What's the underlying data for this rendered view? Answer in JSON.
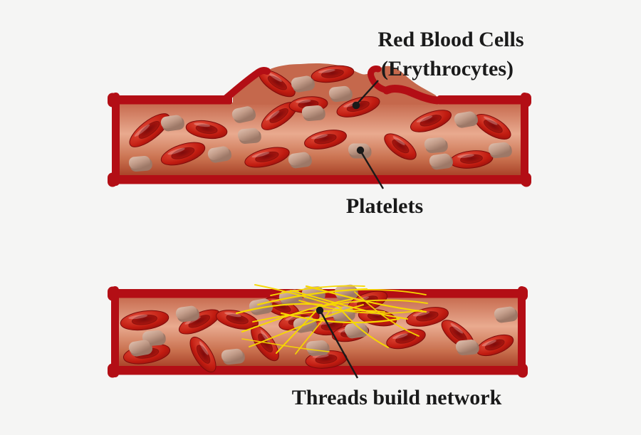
{
  "annotations": [
    {
      "id": "red-blood-cells",
      "text_lines": [
        "Red Blood Cells",
        "(Erythrocytes)"
      ]
    },
    {
      "id": "platelets",
      "text_lines": [
        "Platelets"
      ]
    },
    {
      "id": "threads-build-network",
      "text_lines": [
        "Threads build network"
      ]
    }
  ],
  "colors": {
    "background": "#f5f5f4",
    "vessel_wall": "#b30e15",
    "interior_top": "#c5684c",
    "interior_mid": "#e9aa8f",
    "interior_low": "#c9714f",
    "interior_bottom": "#a63d24",
    "rbc_highlight": "#e4503c",
    "rbc_body": "#c01b10",
    "rbc_dark": "#7e0b0b",
    "platelet_light": "#dfc0af",
    "platelet_mid": "#c29c89",
    "platelet_dark": "#9d7867",
    "fibrin_thread": "#f6d800",
    "label_ink": "#1a1a1a"
  }
}
